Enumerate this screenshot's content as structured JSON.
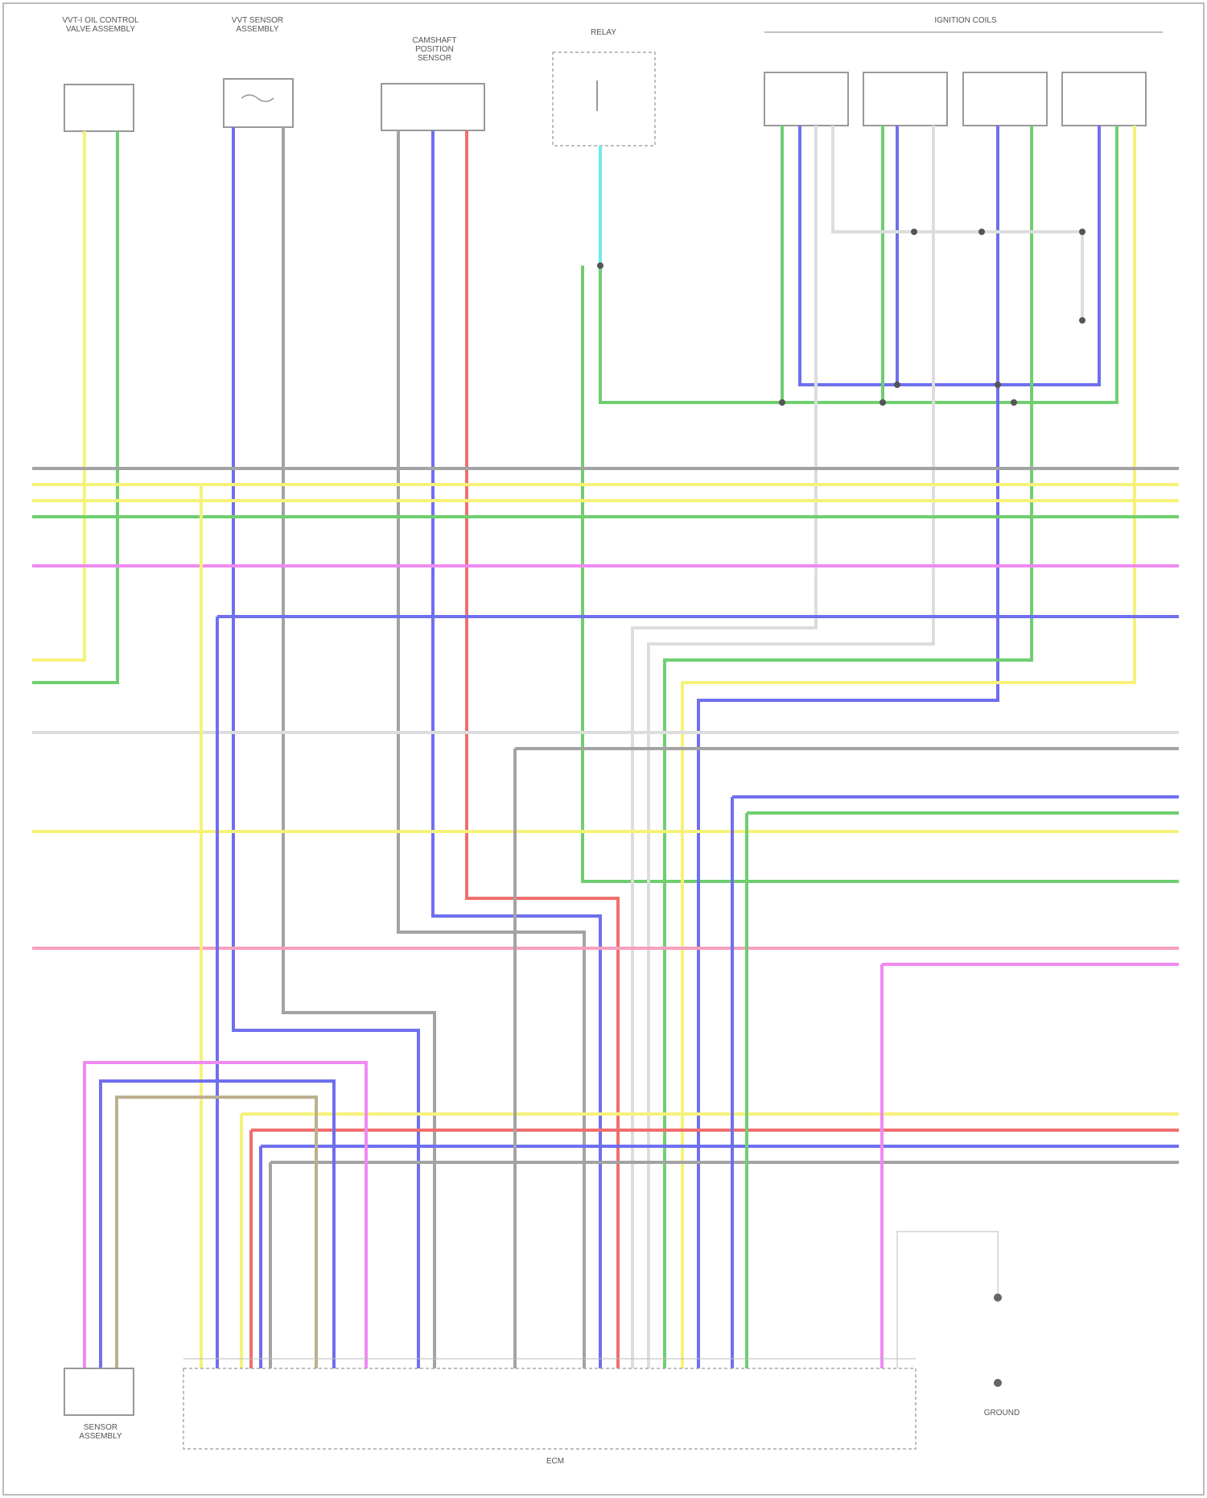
{
  "colors": {
    "yellow": "#f5f27a",
    "green": "#6fcf6f",
    "blue": "#6f6ff0",
    "gray": "#a3a3a3",
    "red": "#f06f6f",
    "pink": "#f08af0",
    "cyan": "#6fe8f0",
    "tan": "#bdb08f",
    "white": "#dddddd",
    "lightpink": "#f7a0c0"
  },
  "components": {
    "top_left": "VVT-I OIL CONTROL\nVALVE ASSEMBLY",
    "top_second": "VVT SENSOR\nASSEMBLY",
    "top_third": "CAMSHAFT\nPOSITION\nSENSOR",
    "top_relay": "RELAY",
    "top_group": "IGNITION COILS",
    "bottom_left": "SENSOR\nASSEMBLY",
    "bottom_ecm": "ECM",
    "bottom_ground": "GROUND"
  },
  "footer": ""
}
